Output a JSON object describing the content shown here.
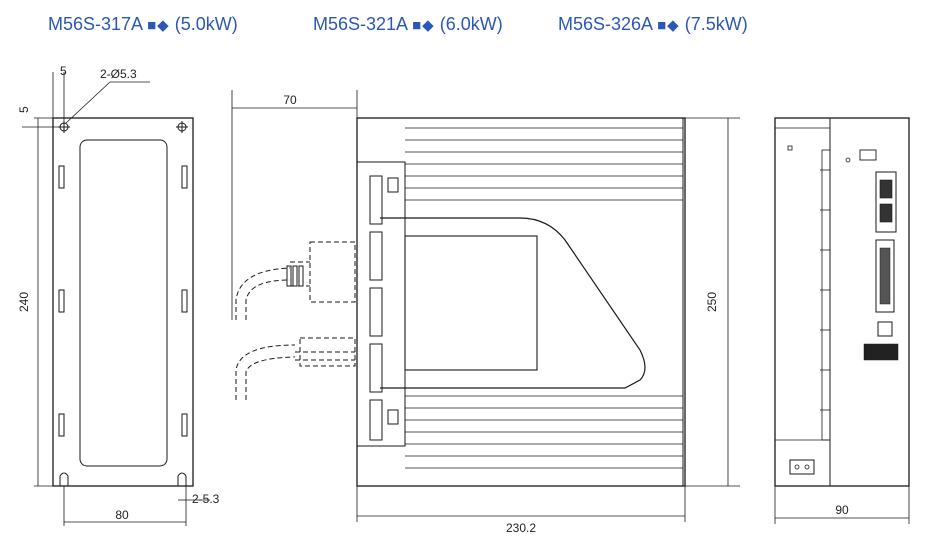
{
  "models": [
    {
      "name": "M56S-317A",
      "symbols": "■◆",
      "power": "(5.0kW)"
    },
    {
      "name": "M56S-321A",
      "symbols": "■◆",
      "power": "(6.0kW)"
    },
    {
      "name": "M56S-326A",
      "symbols": "■◆",
      "power": "(7.5kW)"
    }
  ],
  "dimensions": {
    "mount_offset_top": "5",
    "mount_offset_side": "5",
    "mount_holes": "2-Ø5.3",
    "height_outer": "240",
    "slot_bottom": "2-5.3",
    "width_back": "80",
    "cable_extent": "70",
    "depth": "230.2",
    "height_total": "250",
    "width_front": "90"
  },
  "colors": {
    "model_text": "#2a57b8",
    "line": "#1a1a1a"
  }
}
